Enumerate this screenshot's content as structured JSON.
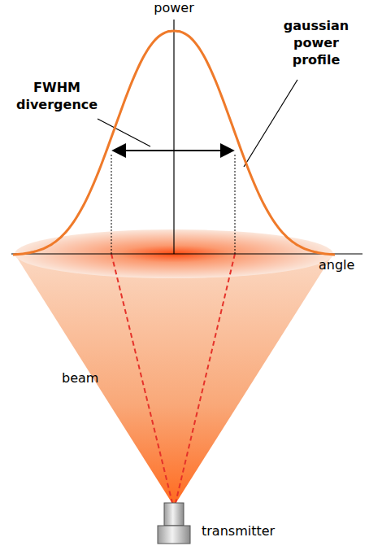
{
  "diagram": {
    "labels": [
      "power",
      "FWHM divergence",
      "gaussian power profile",
      "angle",
      "beam",
      "transmitter"
    ]
  }
}
